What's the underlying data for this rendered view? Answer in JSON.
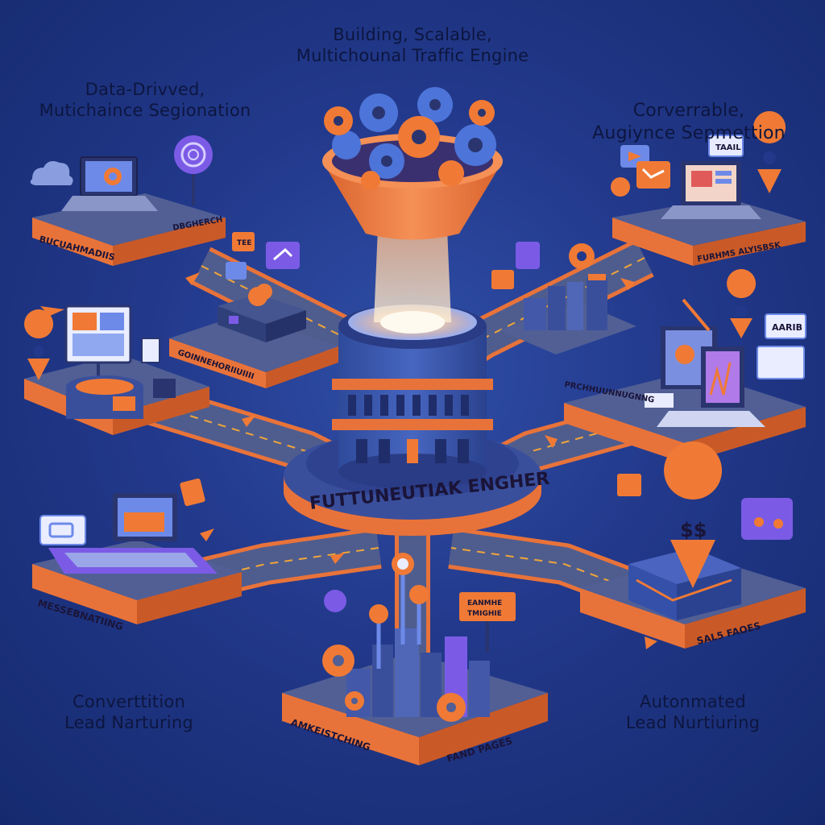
{
  "title": {
    "line1": "Building, Scalable,",
    "line2": "Multichounal Traffic Engine"
  },
  "corner_labels": {
    "top_left": {
      "line1": "Data-Drivved,",
      "line2": "Mutichaince Segionation"
    },
    "top_right": {
      "line1": "Corverrable,",
      "line2": "Augiynce  Sepmettion"
    },
    "bottom_left": {
      "line1": "Converttition",
      "line2": "Lead Narturing"
    },
    "bottom_right": {
      "line1": "Autonmated",
      "line2": "Lead Nurtiuring"
    }
  },
  "central_engine": {
    "base_label": "FUTTUNEUTIAK ENGHER"
  },
  "platform_labels": {
    "top_left_platform": "BUCUAHMADIIS",
    "top_left_platform_side": "DBGHERCH",
    "top_right_platform": "FURHMS ALYISBSK",
    "left_middle_platform": "GOINNEHORIIUIIII",
    "right_middle_platform": "PRCHHUUNNUGNNG",
    "bottom_left_platform": "MESSEBNATIING",
    "bottom_center_platform": "AMKEISTCHING",
    "bottom_center_platform_right": "FAND PAGES",
    "bottom_right_platform": "SAL5 FAOES",
    "center_sign": {
      "line1": "EANMHE",
      "line2": "TMIGHIE"
    }
  },
  "sign_labels": {
    "top_right_tag": "TAAIL",
    "right_tag": "AARIB",
    "left_tag_small": "TEE",
    "pin_symbol": "$$"
  },
  "colors": {
    "background": "#22388a",
    "platform_top": "#4a5a93",
    "platform_edge": "#e8733a",
    "engine_blue": "#3d5bb0",
    "funnel_orange": "#ee7b3e",
    "gear_blue": "#4d74d8",
    "gear_orange": "#f07a35",
    "accent_purple": "#7b5be6"
  }
}
